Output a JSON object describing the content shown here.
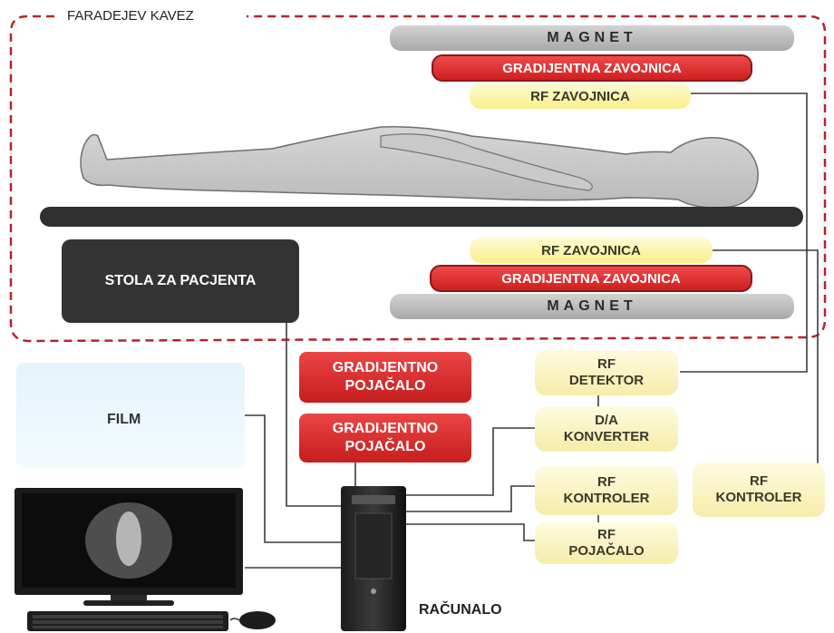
{
  "diagram": {
    "faraday_cage_label": "FARADEJEV KAVEZ",
    "top_stack": {
      "magnet": "MAGNET",
      "gradient_coil": "GRADIJENTNA ZAVOJNICA",
      "rf_coil": "RF ZAVOJNICA"
    },
    "bottom_stack": {
      "rf_coil": "RF ZAVOJNICA",
      "gradient_coil": "GRADIJENTNA ZAVOJNICA",
      "magnet": "MAGNET"
    },
    "patient_table": "STOLA ZA PACJENTA",
    "film": "FILM",
    "amplifier_1": "GRADIJENTNO\nPOJAČALO",
    "amplifier_2": "GRADIJENTNO\nPOJAČALO",
    "rf_detector": "RF\nDETEKTOR",
    "da_converter": "D/A\nKONVERTER",
    "rf_controller_1": "RF\nKONTROLER",
    "rf_controller_2": "RF\nKONTROLER",
    "rf_amplifier": "RF\nPOJAČALO",
    "computer": "RAČUNALO",
    "colors": {
      "cage_border": "#b5232a",
      "gradient_red": "#d92b2b",
      "rf_yellow": "#fbf3a8",
      "magnet_gray": "#bdbdbd",
      "table_dark": "#333333"
    }
  }
}
